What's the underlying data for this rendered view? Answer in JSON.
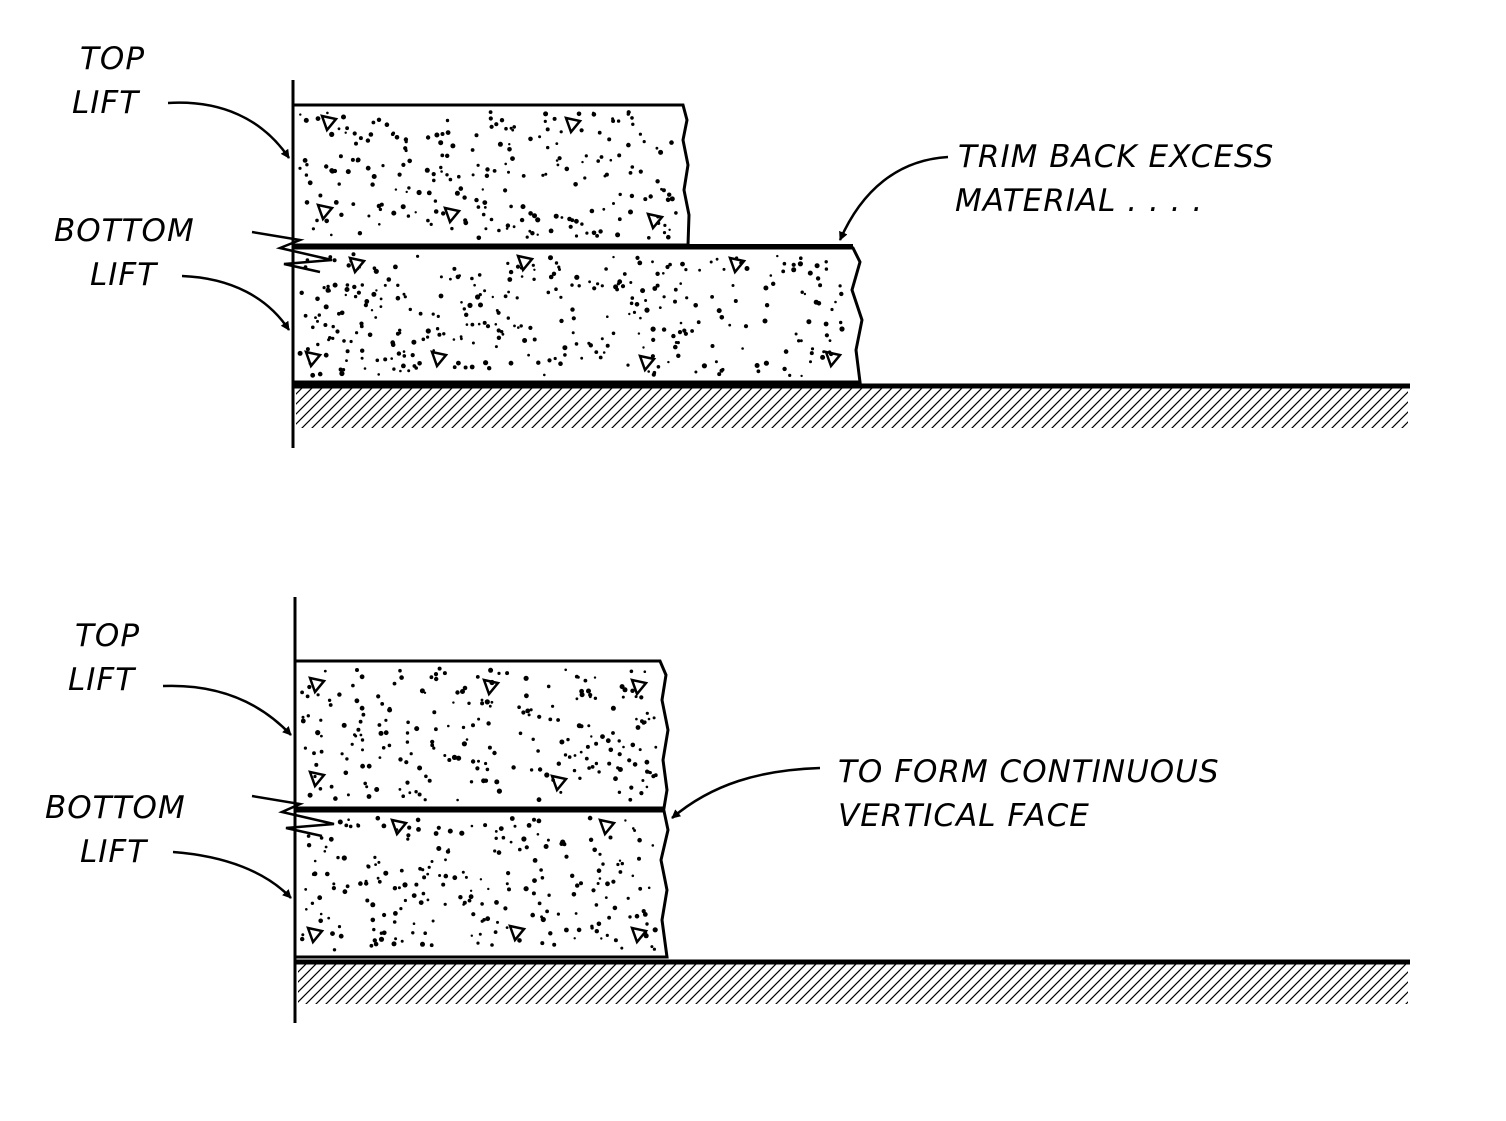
{
  "panels": [
    {
      "id": "upper",
      "labels": {
        "top_lift_1": "TOP",
        "top_lift_2": "LIFT",
        "bottom_lift_1": "BOTTOM",
        "bottom_lift_2": "LIFT",
        "note_1": "TRIM BACK EXCESS",
        "note_2": "MATERIAL . . . ."
      }
    },
    {
      "id": "lower",
      "labels": {
        "top_lift_1": "TOP",
        "top_lift_2": "LIFT",
        "bottom_lift_1": "BOTTOM",
        "bottom_lift_2": "LIFT",
        "note_1": "TO FORM CONTINUOUS",
        "note_2": "VERTICAL FACE"
      }
    }
  ],
  "colors": {
    "ink": "#000000",
    "paper": "#ffffff"
  }
}
